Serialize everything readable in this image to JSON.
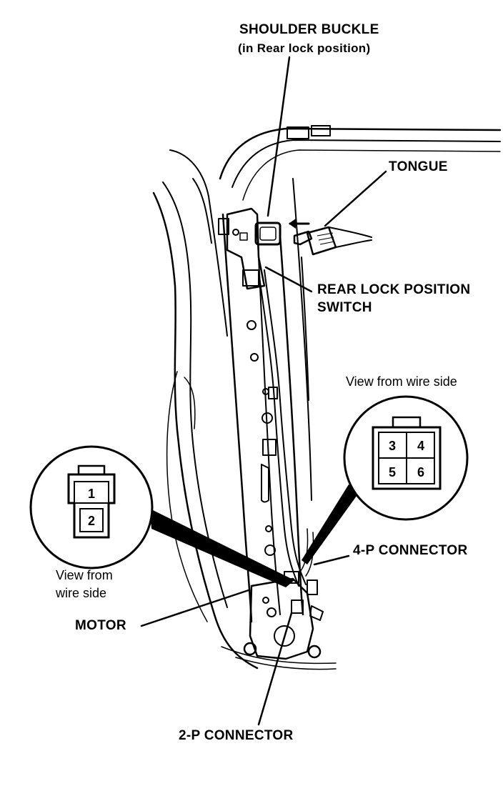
{
  "labels": {
    "shoulder_buckle": "SHOULDER BUCKLE",
    "shoulder_buckle_note": "(in Rear lock position)",
    "tongue": "TONGUE",
    "rear_lock_switch_line1": "REAR LOCK POSITION",
    "rear_lock_switch_line2": "SWITCH",
    "view_from_wire_side_right": "View from wire side",
    "four_p_connector": "4-P CONNECTOR",
    "view_from_left_line1": "View from",
    "view_from_left_line2": "wire side",
    "motor": "MOTOR",
    "two_p_connector": "2-P CONNECTOR"
  },
  "connector_2p": {
    "pins": [
      "1",
      "2"
    ]
  },
  "connector_4p": {
    "pins": [
      "3",
      "4",
      "5",
      "6"
    ]
  },
  "colors": {
    "ink": "#000000",
    "paper": "#ffffff"
  }
}
